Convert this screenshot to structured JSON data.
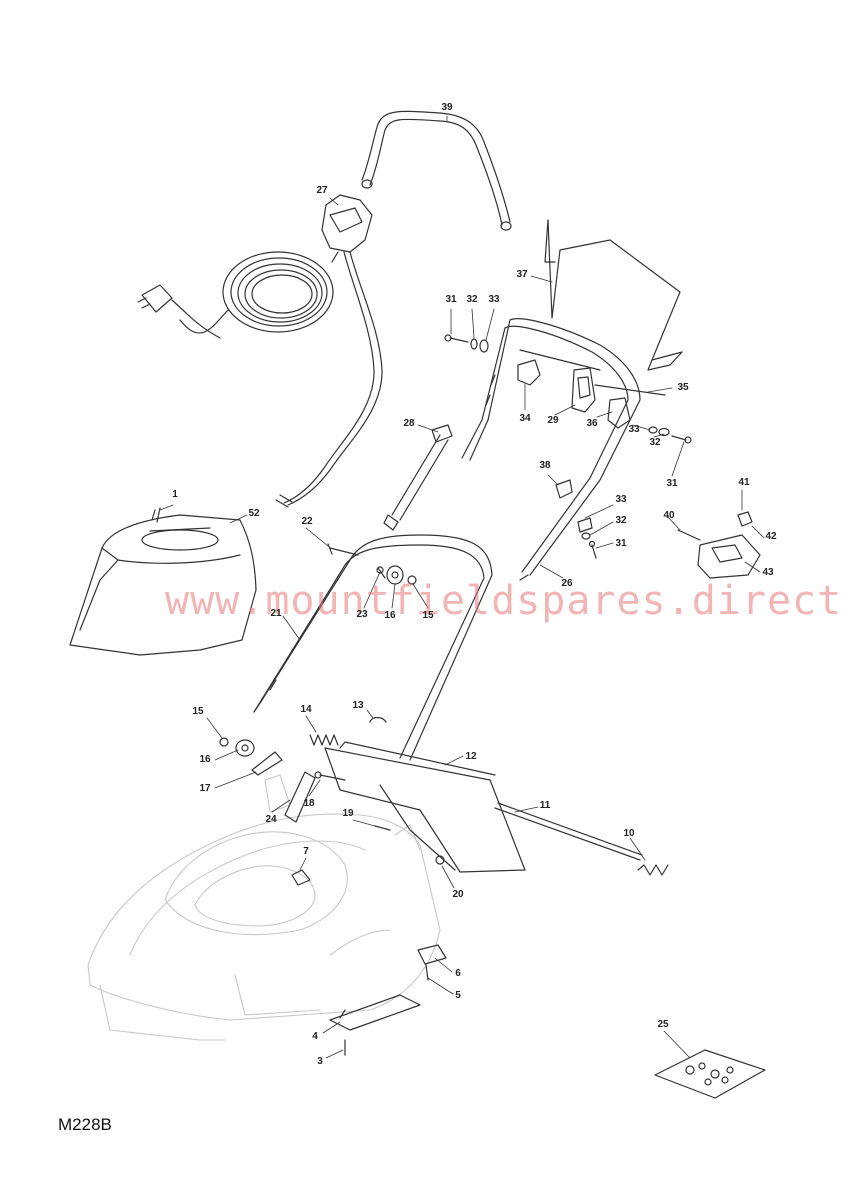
{
  "diagram_code": "M228B",
  "watermark": "www.mountfieldspares.direct",
  "callouts": [
    "39",
    "27",
    "37",
    "31",
    "32",
    "33",
    "35",
    "34",
    "29",
    "36",
    "33",
    "32",
    "31",
    "28",
    "38",
    "33",
    "32",
    "31",
    "41",
    "40",
    "42",
    "43",
    "26",
    "1",
    "52",
    "22",
    "21",
    "23",
    "16",
    "15",
    "15",
    "16",
    "17",
    "14",
    "13",
    "12",
    "24",
    "18",
    "19",
    "11",
    "10",
    "7",
    "20",
    "6",
    "5",
    "4",
    "3",
    "25"
  ],
  "colors": {
    "line": "#333333",
    "faint": "#c8c8c8",
    "watermark": "#e87878"
  }
}
